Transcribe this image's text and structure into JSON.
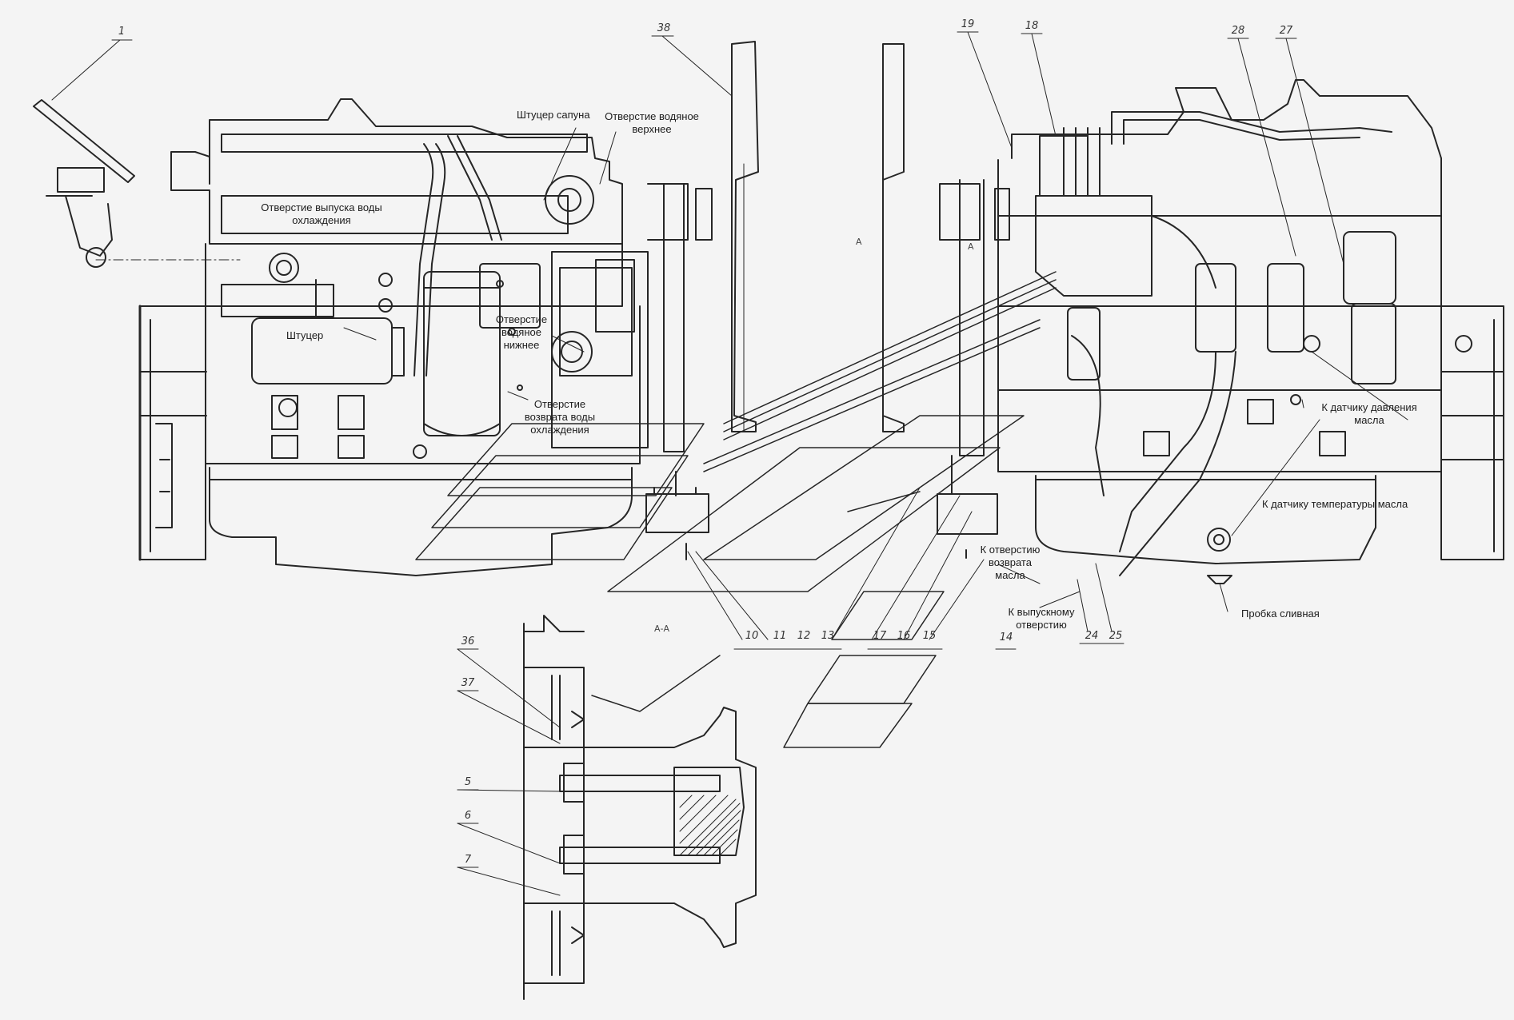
{
  "labels": {
    "shtucer_sapuna": "Штуцер сапуна",
    "otv_vodyanoe_verhnee_1": "Отверстие водяное",
    "otv_vodyanoe_verhnee_2": "верхнее",
    "otv_vypuska_1": "Отверстие выпуска воды",
    "otv_vypuska_2": "охлаждения",
    "shtucer": "Штуцер",
    "otv_nizhnee_1": "Отверстие",
    "otv_nizhnee_2": "водяное",
    "otv_nizhnee_3": "нижнее",
    "otv_vozvrata_1": "Отверстие",
    "otv_vozvrata_2": "возврата воды",
    "otv_vozvrata_3": "охлаждения",
    "datchik_davleniya_1": "К датчику давления",
    "datchik_davleniya_2": "масла",
    "datchik_temp": "К датчику температуры масла",
    "vozvrat_masla_1": "К отверстию",
    "vozvrat_masla_2": "возврата",
    "vozvrat_masla_3": "масла",
    "vypusknoe_1": "К выпускному",
    "vypusknoe_2": "отверстию",
    "probka": "Пробка сливная",
    "section_aa": "А-А",
    "view_a1": "А",
    "view_a2": "А"
  },
  "callouts": {
    "n1": "1",
    "n38": "38",
    "n19": "19",
    "n18": "18",
    "n28": "28",
    "n27": "27",
    "n10": "10",
    "n11": "11",
    "n12": "12",
    "n13": "13",
    "n17": "17",
    "n16": "16",
    "n15": "15",
    "n14": "14",
    "n24": "24",
    "n25": "25",
    "n36": "36",
    "n37": "37",
    "n5": "5",
    "n6": "6",
    "n7": "7"
  }
}
